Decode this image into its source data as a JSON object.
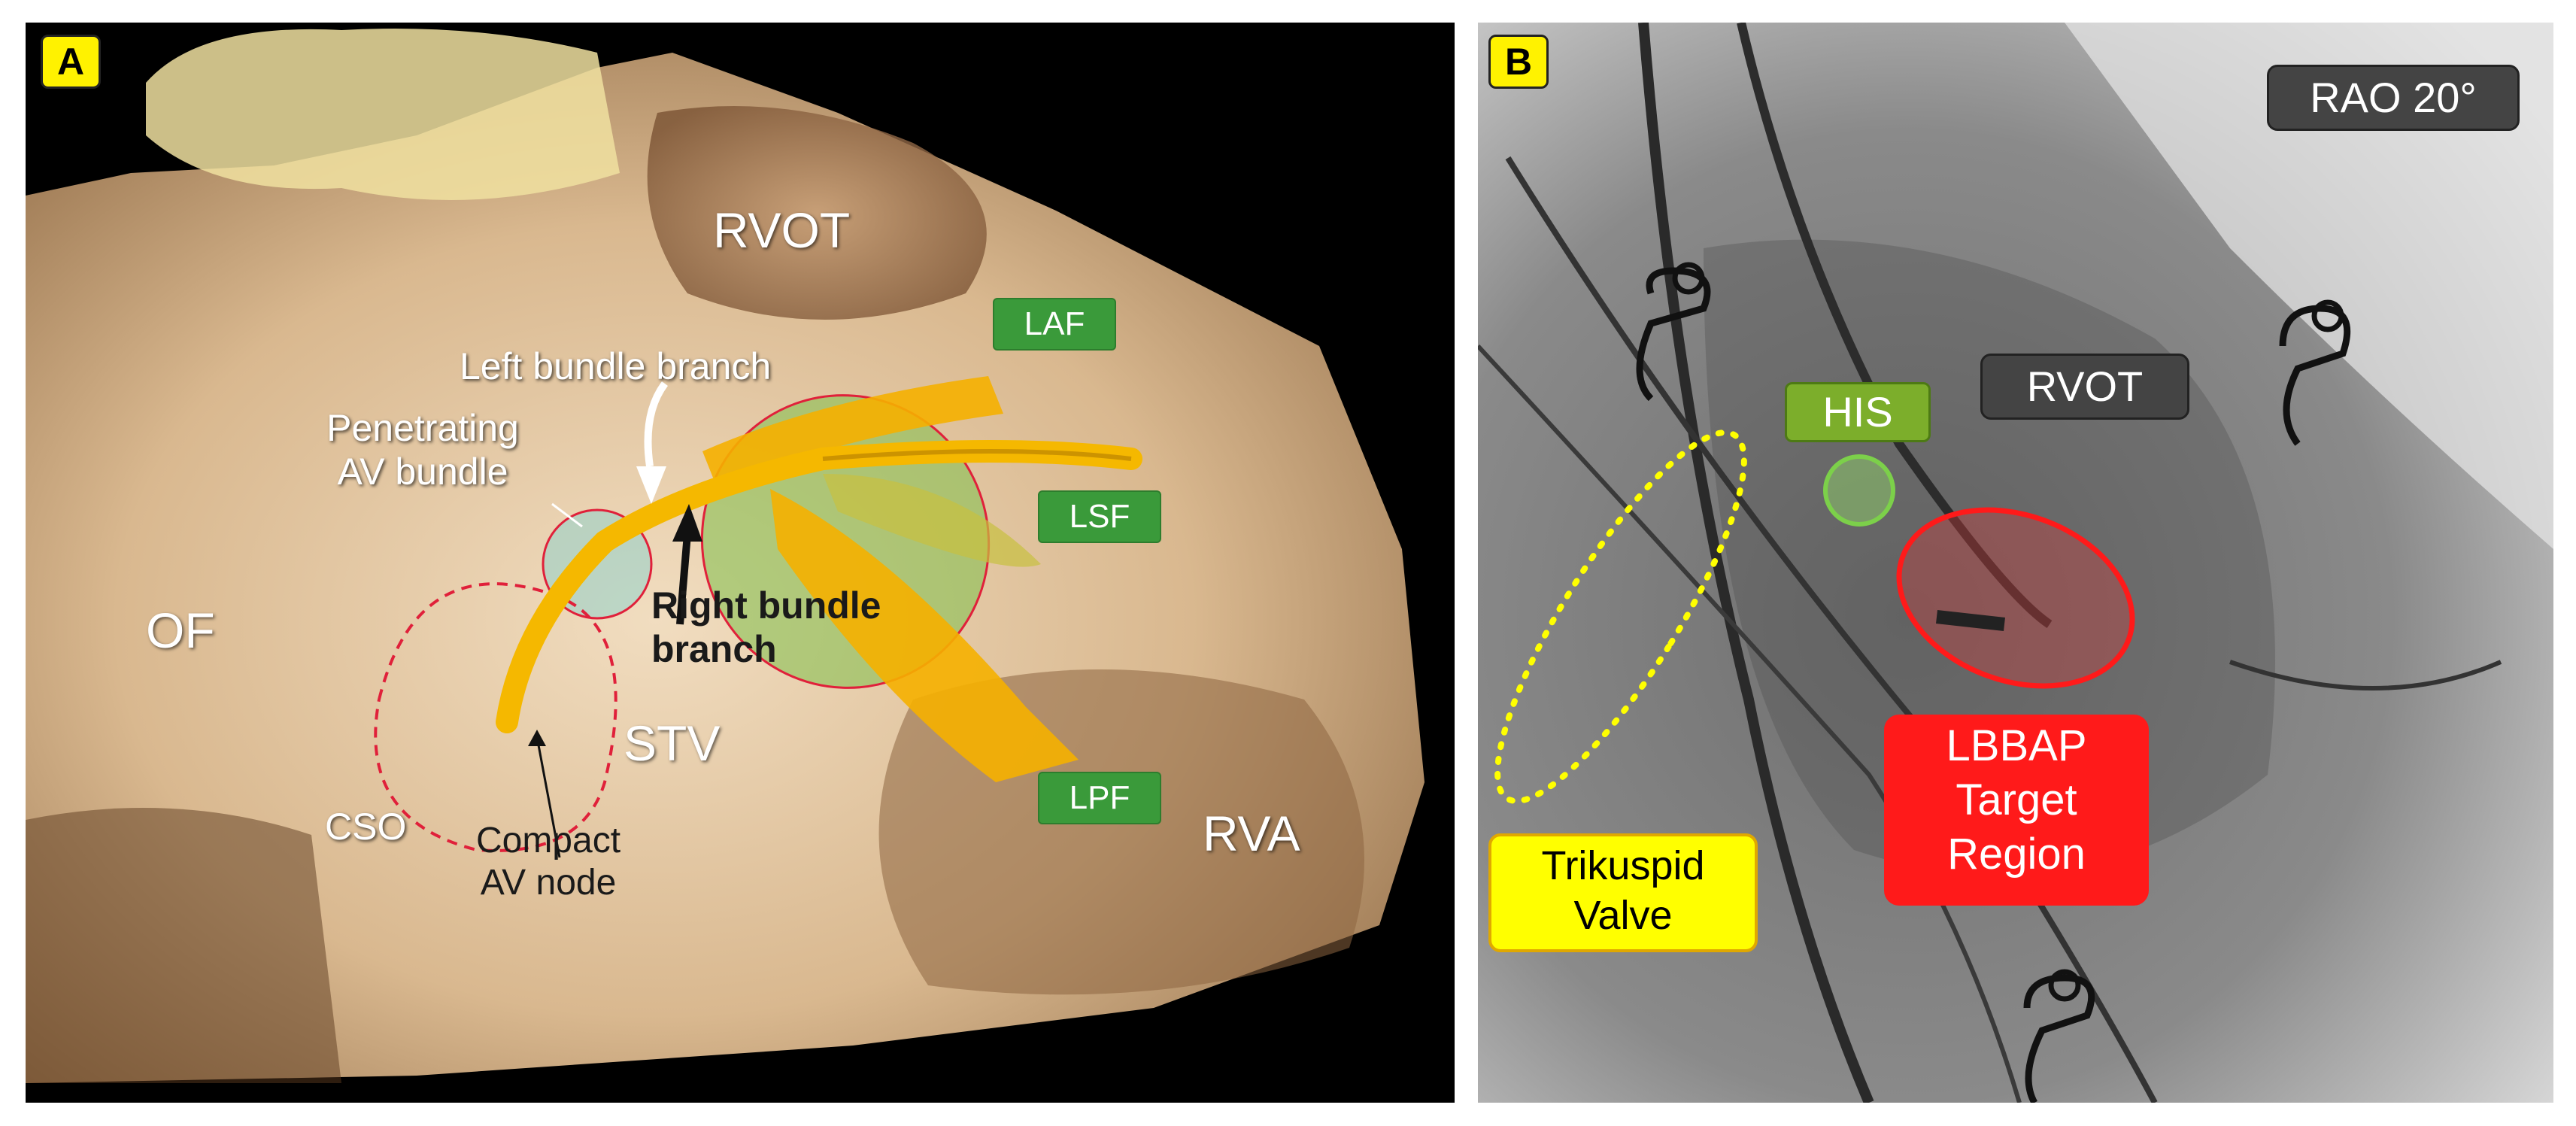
{
  "panel_a": {
    "tag": "A",
    "labels": {
      "rvot": "RVOT",
      "of": "OF",
      "stv": "STV",
      "cso": "CSO",
      "rva": "RVA",
      "left_bundle_branch": "Left bundle branch",
      "penetrating_1": "Penetrating",
      "penetrating_2": "AV bundle",
      "right_bundle_1": "Right bundle",
      "right_bundle_2": "branch",
      "compact_1": "Compact",
      "compact_2": "AV node",
      "laf": "LAF",
      "lsf": "LSF",
      "lpf": "LPF"
    }
  },
  "panel_b": {
    "tag": "B",
    "labels": {
      "view": "RAO 20°",
      "rvot": "RVOT",
      "his": "HIS",
      "tricuspid_1": "Trikuspid",
      "tricuspid_2": "Valve",
      "lbbap_1": "LBBAP",
      "lbbap_2": "Target",
      "lbbap_3": "Region"
    }
  },
  "colors": {
    "label_tag": "#fff200",
    "fascicle_green": "#3a9a3a",
    "his_green": "#7cae2b",
    "bundle_orange": "#f5b800",
    "target_red": "#ff1a1a",
    "valve_yellow": "#ffff00"
  }
}
